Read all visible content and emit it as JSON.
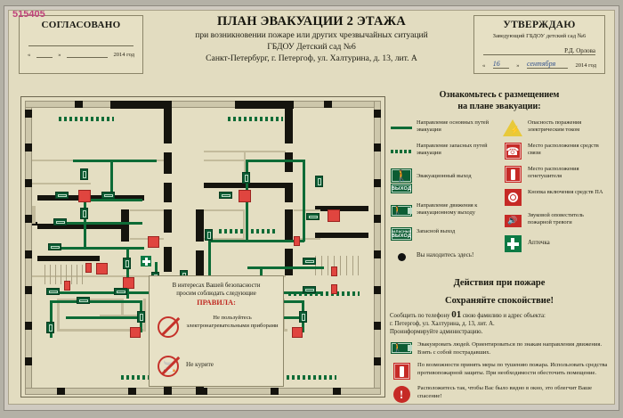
{
  "watermark": "515405",
  "header": {
    "soglasovano": {
      "title": "СОГЛАСОВАНО",
      "date_quote_open": "«",
      "date_quote_close": "»",
      "year_label": "2014 год"
    },
    "utverzhdayu": {
      "title": "УТВЕРЖДАЮ",
      "subtitle": "Заведующий ГБДОУ детский сад №6",
      "signature": "Р.Д. Орлова",
      "date_day": "16",
      "date_month": "сентября",
      "year_label": "2014 год",
      "date_quote_open": "«",
      "date_quote_close": "»"
    },
    "title_main": "ПЛАН ЭВАКУАЦИИ 2 ЭТАЖА",
    "title_sub1": "при возникновении пожаре или других чрезвычайных ситуаций",
    "title_sub2": "ГБДОУ Детский сад №6",
    "title_sub3": "Санкт-Петербург, г. Петергоф, ул. Халтурина, д. 13, лит. А"
  },
  "rules_box": {
    "line1": "В интересах Вашей безопасности",
    "line2": "просим соблюдать следующие",
    "highlight": "ПРАВИЛА:",
    "items": [
      {
        "icon": "no-heater-icon",
        "text": "Не пользуйтесь электронагревательными приборами"
      },
      {
        "icon": "no-smoking-icon",
        "text": "Не курите"
      }
    ]
  },
  "right_panel": {
    "heading_line1": "Ознакомьтесь с размещением",
    "heading_line2": "на плане эвакуации:",
    "legend_left": [
      {
        "icon": "solid-green-line-icon",
        "text": "Направление основных путей эвакуации"
      },
      {
        "icon": "dashed-green-line-icon",
        "text": "Направление запасных путей эвакуации"
      },
      {
        "icon": "emergency-exit-sign-icon",
        "sign_text": "ВЫХОД",
        "text": "Эвакуационный выход"
      },
      {
        "icon": "direction-to-exit-sign-icon",
        "text": "Направление движения к эвакуационному выходу"
      },
      {
        "icon": "spare-exit-sign-icon",
        "sign_text": "ВЫХОД",
        "sign_sub": "ЗАПАСНЫЙ",
        "text": "Запасной выход"
      },
      {
        "icon": "you-are-here-dot-icon",
        "text": "Вы находитесь здесь!"
      }
    ],
    "legend_right": [
      {
        "icon": "electric-hazard-icon",
        "text": "Опасность поражения электрическим током"
      },
      {
        "icon": "telephone-icon",
        "text": "Место расположения средств связи"
      },
      {
        "icon": "fire-extinguisher-icon",
        "text": "Место расположения огнетушителя"
      },
      {
        "icon": "fire-alarm-button-icon",
        "text": "Кнопка включения средств ПА"
      },
      {
        "icon": "fire-sounder-icon",
        "text": "Звуковой оповеститель пожарной тревоги"
      },
      {
        "icon": "first-aid-kit-icon",
        "text": "Аптечка"
      }
    ],
    "actions": {
      "heading": "Действия при пожаре",
      "subheading": "Сохраняйте спокойствие!",
      "intro_pre": "Сообщить по телефону ",
      "intro_number": "01",
      "intro_post": " свою фамилию и адрес объекта:",
      "intro_address": "г. Петергоф, ул. Халтурина, д. 13, лит. А.",
      "intro_admin": "Проинформируйте администрацию.",
      "steps": [
        {
          "icon": "direction-to-exit-sign-icon",
          "text": "Эвакуировать людей. Ориентироваться по знакам направления движения. Взять с собой пострадавших."
        },
        {
          "icon": "fire-extinguisher-icon",
          "text": "По возможности принять меры по тушению пожара. Использовать средства противопожарной защиты. При необходимости обесточить помещение."
        },
        {
          "icon": "exclamation-icon",
          "text": "Расположитесь так, чтобы Вас было видно в окно, это облегчит Ваше спасение!"
        }
      ]
    }
  },
  "colors": {
    "poster_bg": "#e2dcc0",
    "green": "#0d6b36",
    "red": "#c62a26",
    "yellow": "#e8c93a",
    "wall": "#15140e",
    "watermark": "#c0417a"
  }
}
